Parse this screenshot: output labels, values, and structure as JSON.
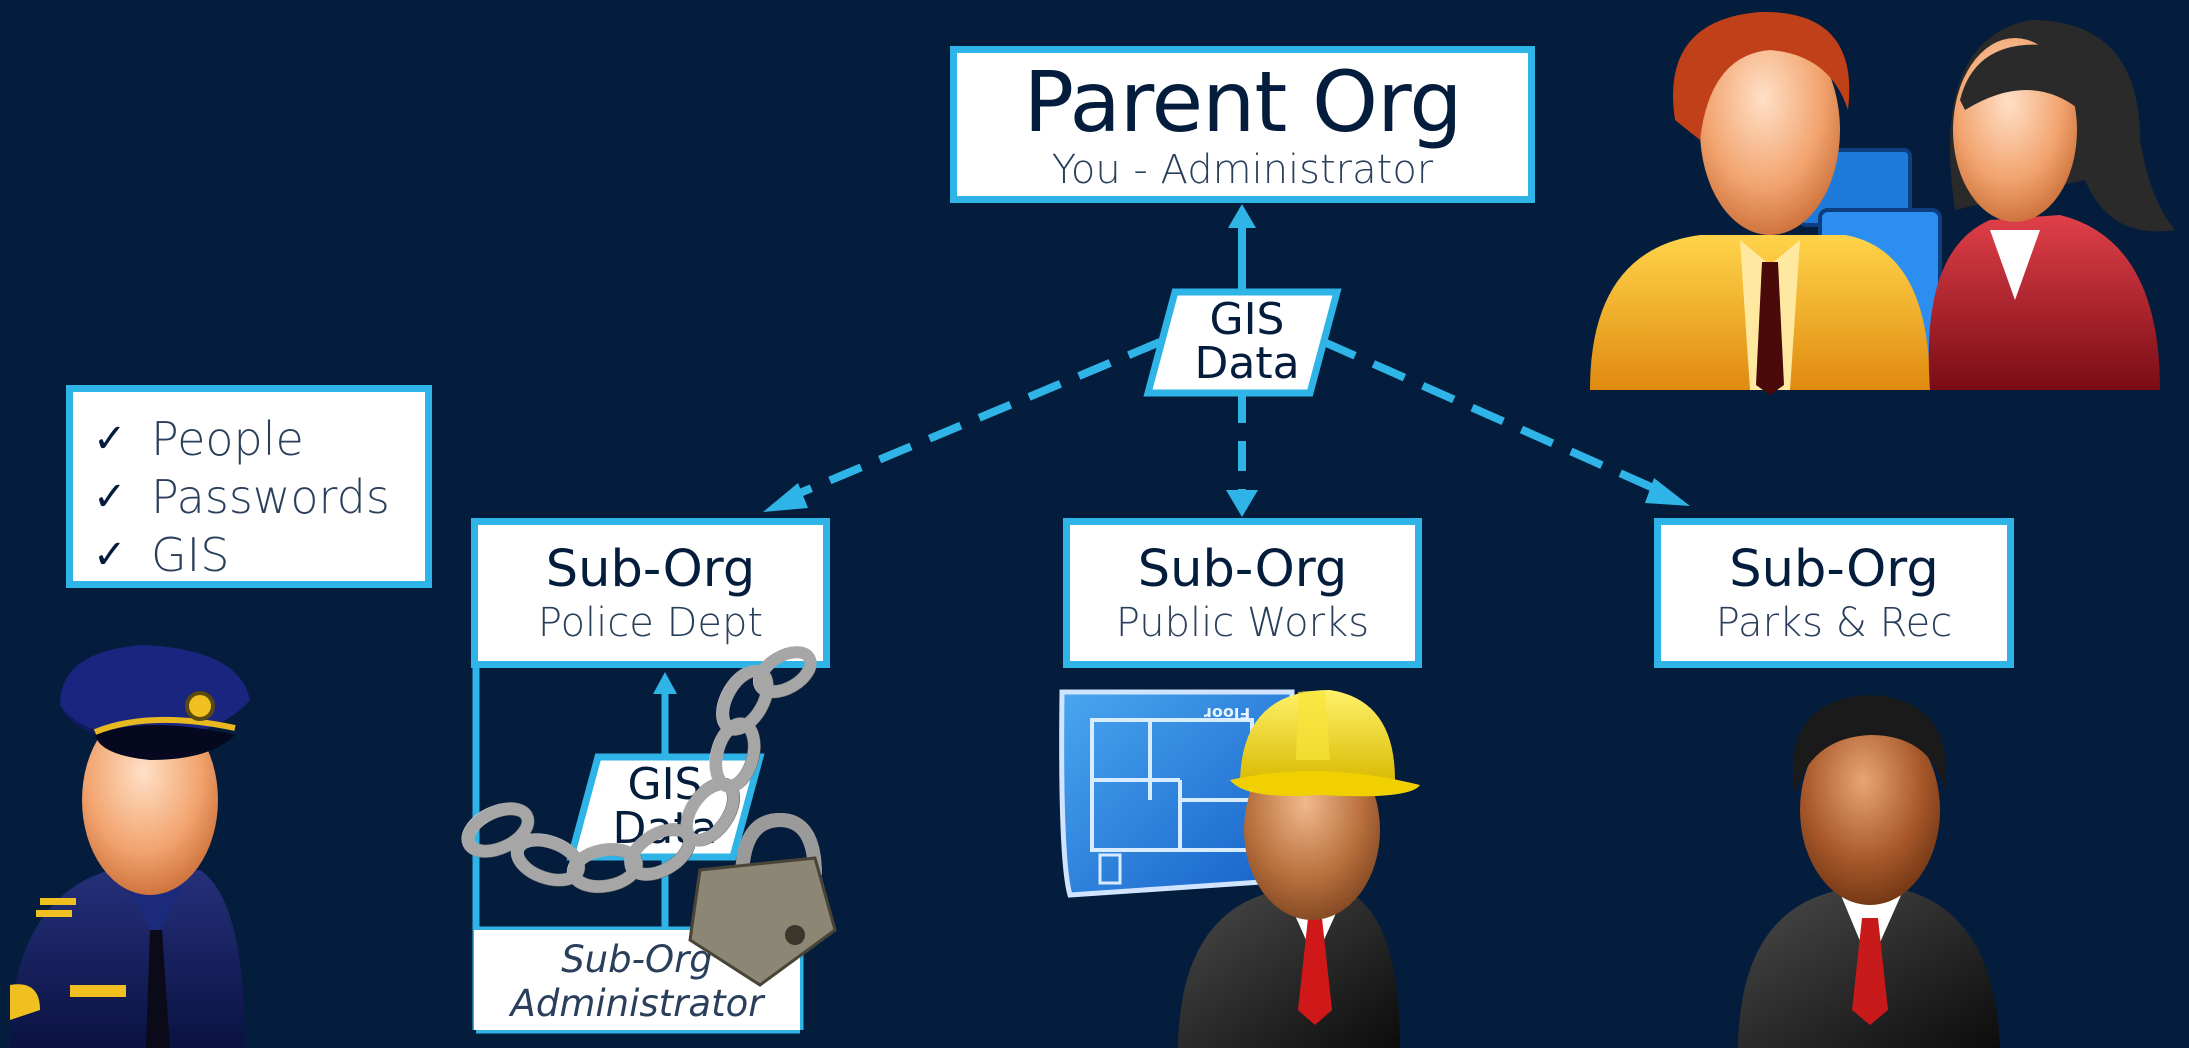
{
  "parent": {
    "title": "Parent Org",
    "subtitle": "You - Administrator"
  },
  "gis_main": {
    "line1": "GIS",
    "line2": "Data"
  },
  "checklist": {
    "items": [
      {
        "mark": "✓",
        "label": "People"
      },
      {
        "mark": "✓",
        "label": "Passwords"
      },
      {
        "mark": "✓",
        "label": "GIS"
      }
    ]
  },
  "sub_orgs": [
    {
      "title": "Sub-Org",
      "subtitle": "Police Dept"
    },
    {
      "title": "Sub-Org",
      "subtitle": "Public Works"
    },
    {
      "title": "Sub-Org",
      "subtitle": "Parks & Rec"
    }
  ],
  "police": {
    "gis": {
      "line1": "GIS",
      "line2": "Data"
    },
    "admin": {
      "line1": "Sub-Org",
      "line2": "Administrator"
    }
  },
  "blueprint": {
    "label": "Floor"
  },
  "colors": {
    "background": "#041d3c",
    "accent": "#2eb4e6",
    "text": "#041d3c",
    "box": "#ffffff"
  },
  "icons": [
    "officer-avatar-icon",
    "engineer-avatar-icon",
    "businessman-avatar-icon",
    "admin-group-avatar-icon",
    "chain-lock-icon",
    "blueprint-icon"
  ]
}
